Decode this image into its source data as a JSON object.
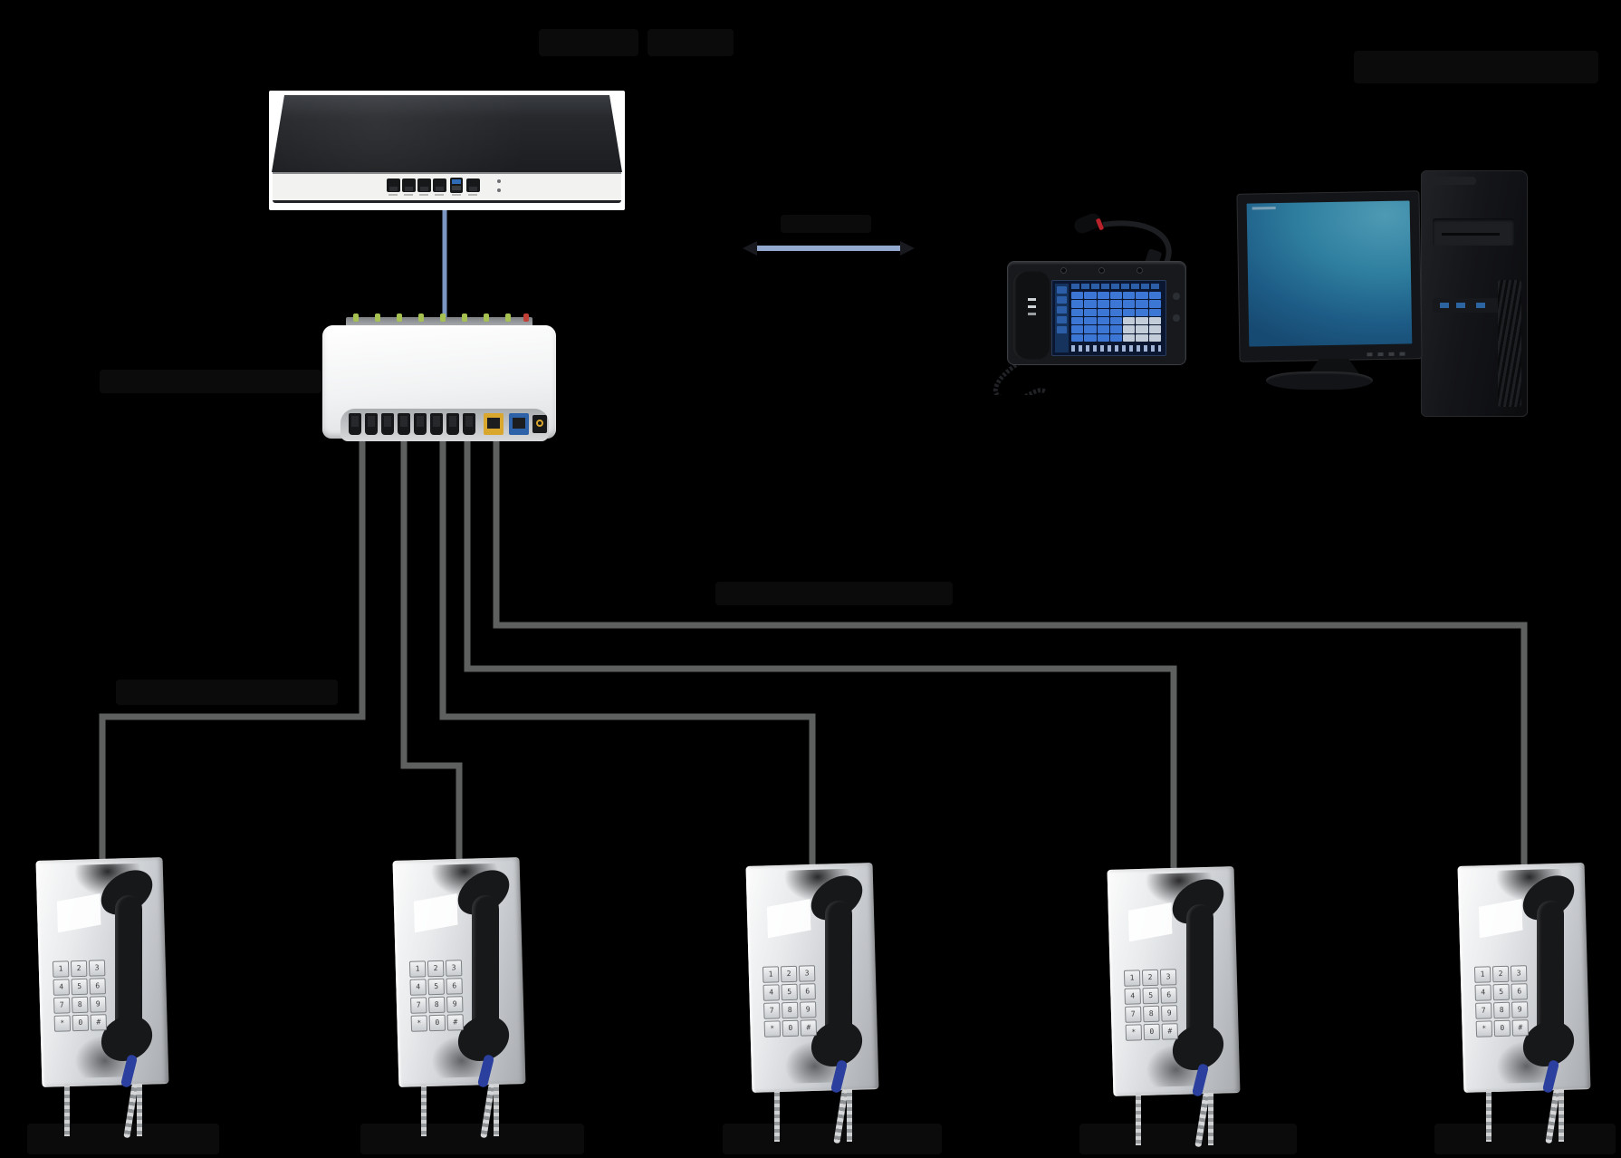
{
  "background": "#000000",
  "palette": {
    "cable_gray": "#5e5f5f",
    "uplink_blue": "#7a95c2",
    "arrow_blue": "#93a9cd",
    "arrowhead_dark": "#181a1f",
    "led_green": "#a6c052",
    "lan_yellow": "#d9a62e",
    "wan_blue": "#2e62a8",
    "console_screen_button_blue": "#3d77d6",
    "console_screen_bg": "#0b1730",
    "pc_screen_teal": "#2f7fa0"
  },
  "pbx": {
    "name": "ip-pbx-server",
    "ethernet_ports": 4,
    "usb_ports": 2,
    "console_ports": 1,
    "status_leds": 2
  },
  "gateway": {
    "name": "analog-voice-gateway",
    "fxs_ports": 8,
    "lan_ports": 1,
    "wan_ports": 1,
    "power_jacks": 1,
    "top_leds": 8
  },
  "console": {
    "name": "dispatch-console",
    "features": [
      "touchscreen",
      "gooseneck-microphone",
      "handset",
      "coiled-cord"
    ],
    "screen_grid": {
      "cols": 7,
      "rows": 6
    }
  },
  "pc": {
    "name": "management-pc",
    "parts": [
      "lcd-monitor",
      "tower-case"
    ]
  },
  "phones": {
    "name": "vandal-proof-wall-phone",
    "count": 5,
    "keypad": [
      [
        "1",
        "2",
        "3"
      ],
      [
        "4",
        "5",
        "6"
      ],
      [
        "7",
        "8",
        "9"
      ],
      [
        "*",
        "0",
        "#"
      ]
    ]
  },
  "connections": [
    {
      "id": "pbx-to-gateway",
      "color_key": "uplink_blue"
    },
    {
      "id": "lan-link-arrow",
      "color_key": "arrow_blue"
    },
    {
      "id": "gateway-to-phone-1",
      "color_key": "cable_gray"
    },
    {
      "id": "gateway-to-phone-2",
      "color_key": "cable_gray"
    },
    {
      "id": "gateway-to-phone-3",
      "color_key": "cable_gray"
    },
    {
      "id": "gateway-to-phone-4",
      "color_key": "cable_gray"
    },
    {
      "id": "gateway-to-phone-5",
      "color_key": "cable_gray"
    }
  ],
  "obscured_labels": {
    "count": 12,
    "note": "label text is rendered black-on-black and is illegible"
  }
}
